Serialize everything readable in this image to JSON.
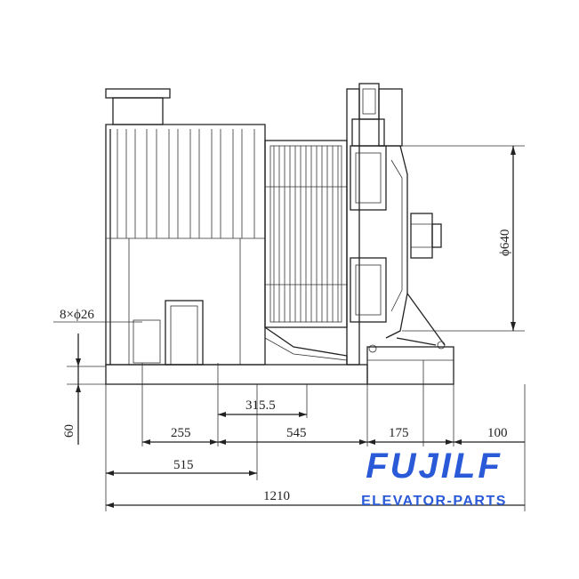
{
  "drawing": {
    "dimensions": {
      "bolt_holes": "8×ϕ26",
      "diameter": "ϕ640",
      "height": "60",
      "d315": "315.5",
      "d255": "255",
      "d545": "545",
      "d175": "175",
      "d100": "100",
      "d515": "515",
      "d1210": "1210"
    }
  },
  "brand": {
    "name": "FUJILF",
    "tagline": "ELEVATOR-PARTS",
    "color": "#2a5ad8"
  }
}
